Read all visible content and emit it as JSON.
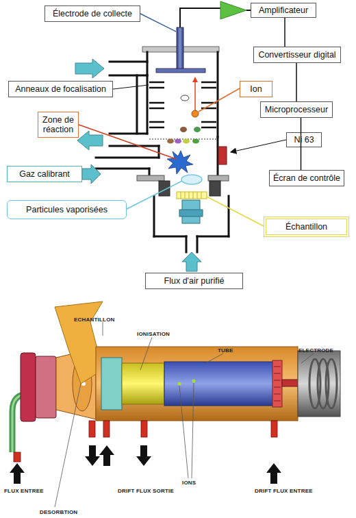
{
  "diagram": {
    "nodes": [
      {
        "text": [
          "Électrode de collecte"
        ]
      },
      {
        "text": [
          "Amplificateur"
        ]
      },
      {
        "text": [
          "Anneaux de focalisation"
        ]
      },
      {
        "text": [
          "Ion"
        ]
      },
      {
        "text": [
          "Convertisseur digital"
        ]
      },
      {
        "text": [
          "Zone de réaction"
        ]
      },
      {
        "text": [
          "Microprocesseur"
        ]
      },
      {
        "text": [
          "Ni 63"
        ]
      },
      {
        "text": [
          "Gaz calibrant"
        ]
      },
      {
        "text": [
          "Écran de contrôle"
        ]
      },
      {
        "text": [
          "Particules vaporisées"
        ]
      },
      {
        "text": [
          "Échantillon"
        ]
      },
      {
        "text": [
          "Flux d'air purifié"
        ]
      }
    ],
    "edges": [
      {
        "from": 1,
        "to": 4,
        "arrow": "none"
      },
      {
        "from": 4,
        "to": 6,
        "arrow": "none"
      },
      {
        "from": 6,
        "to": 9,
        "arrow": "none"
      }
    ],
    "labels": [
      "ECHANTILLON",
      "IONISATION",
      "TUBE",
      "ELECTRODE",
      "IONS",
      "FLUX ENTREE",
      "DRIFT FLUX SORTIE",
      "DRIFT FLUX ENTREE",
      "DESORBTION"
    ]
  }
}
